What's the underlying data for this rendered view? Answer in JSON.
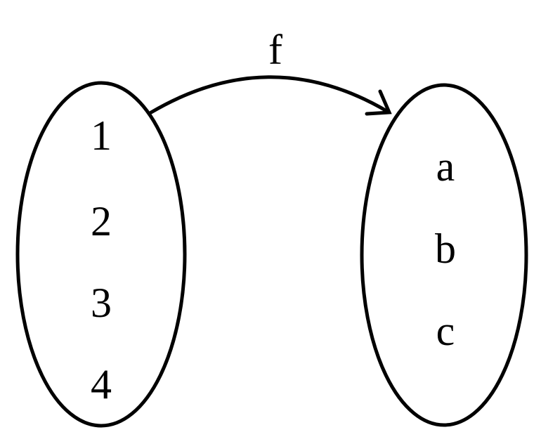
{
  "diagram": {
    "function_label": "f",
    "domain_set": {
      "elements": [
        "1",
        "2",
        "3",
        "4"
      ]
    },
    "codomain_set": {
      "elements": [
        "a",
        "b",
        "c"
      ]
    },
    "stroke_color": "#000000"
  }
}
